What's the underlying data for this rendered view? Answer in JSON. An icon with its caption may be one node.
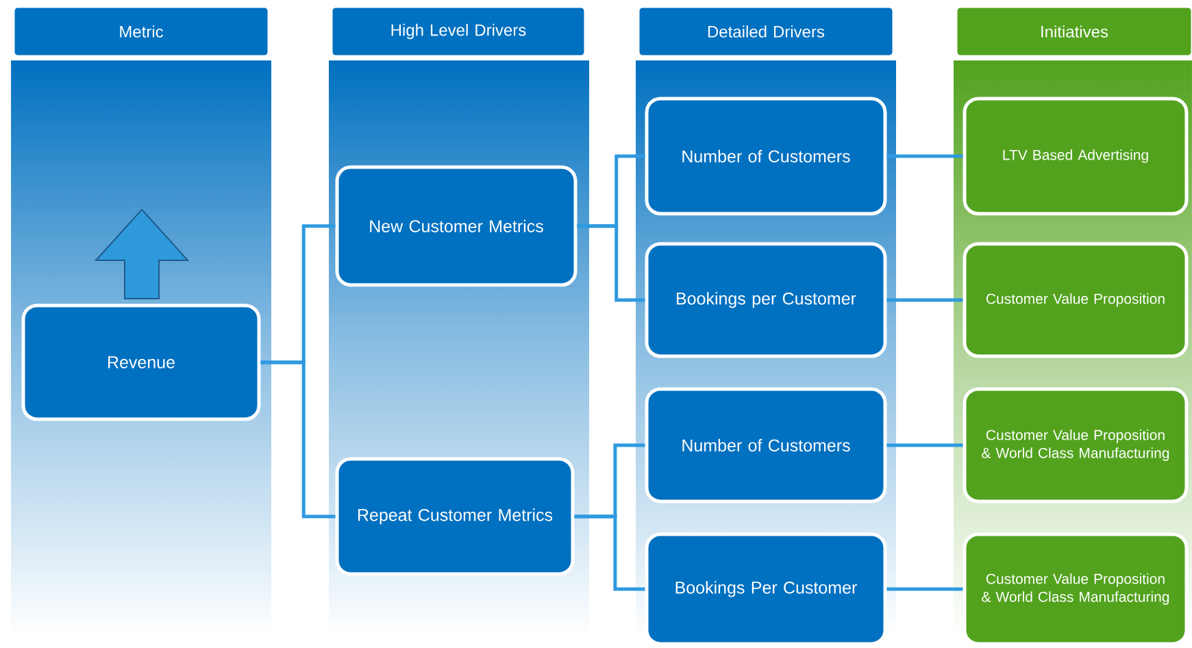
{
  "diagram": {
    "nodes": [
      {
        "text": [
          "Metric"
        ]
      },
      {
        "text": [
          "High Level Drivers"
        ]
      },
      {
        "text": [
          "Detailed Drivers"
        ]
      },
      {
        "text": [
          "Initiatives"
        ]
      },
      {
        "text": [
          "Revenue"
        ]
      },
      {
        "text": [
          "New Customer Metrics"
        ]
      },
      {
        "text": [
          "Repeat Customer Metrics"
        ]
      },
      {
        "text": [
          "Number of Customers"
        ]
      },
      {
        "text": [
          "Bookings per Customer"
        ]
      },
      {
        "text": [
          "Number of Customers"
        ]
      },
      {
        "text": [
          "Bookings Per Customer"
        ]
      },
      {
        "text": [
          "LTV Based Advertising"
        ]
      },
      {
        "text": [
          "Customer Value Proposition"
        ]
      },
      {
        "text": [
          "Customer Value Proposition & World Class Manufacturing"
        ]
      },
      {
        "text": [
          "Customer Value Proposition & World Class Manufacturing"
        ]
      }
    ],
    "edges": [
      {
        "from": 4,
        "to": 5,
        "arrow": "none"
      },
      {
        "from": 4,
        "to": 6,
        "arrow": "none"
      },
      {
        "from": 5,
        "to": 7,
        "arrow": "none"
      },
      {
        "from": 5,
        "to": 8,
        "arrow": "none"
      },
      {
        "from": 6,
        "to": 9,
        "arrow": "none"
      },
      {
        "from": 6,
        "to": 10,
        "arrow": "none"
      },
      {
        "from": 7,
        "to": 11,
        "arrow": "none"
      },
      {
        "from": 8,
        "to": 12,
        "arrow": "none"
      },
      {
        "from": 9,
        "to": 13,
        "arrow": "none"
      },
      {
        "from": 10,
        "to": 14,
        "arrow": "none"
      }
    ]
  }
}
